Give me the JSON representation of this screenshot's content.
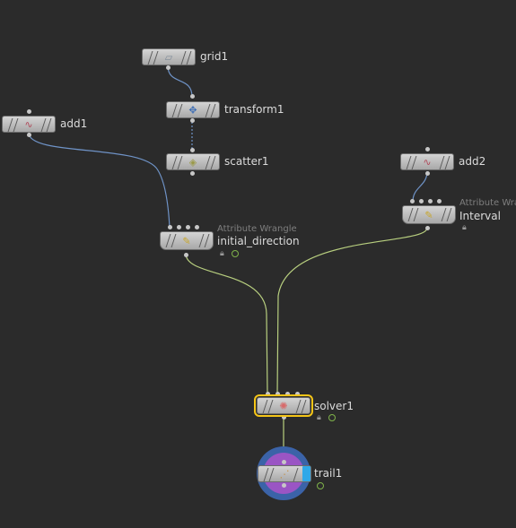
{
  "nodes": {
    "grid1": {
      "name": "grid1",
      "icon": "grid-icon"
    },
    "transform1": {
      "name": "transform1",
      "icon": "transform-icon"
    },
    "scatter1": {
      "name": "scatter1",
      "icon": "scatter-icon"
    },
    "add1": {
      "name": "add1",
      "icon": "add-curve-icon"
    },
    "add2": {
      "name": "add2",
      "icon": "add-curve-icon"
    },
    "initial_direction": {
      "name": "initial_direction",
      "type_label": "Attribute Wrangle",
      "icon": "wrangle-icon"
    },
    "interval": {
      "name": "Interval",
      "type_label": "Attribute Wrangle",
      "icon": "wrangle-icon"
    },
    "solver1": {
      "name": "solver1",
      "icon": "solver-icon",
      "selected": true
    },
    "trail1": {
      "name": "trail1",
      "icon": "trail-icon",
      "display_flag": true
    }
  },
  "colors": {
    "background": "#2b2b2b",
    "wire": "#6f93c7",
    "wire_out": "#b8cf7f",
    "selection": "#f5c518",
    "display_flag": "#2fa8e8",
    "flag_ring": "#7fb24a"
  }
}
